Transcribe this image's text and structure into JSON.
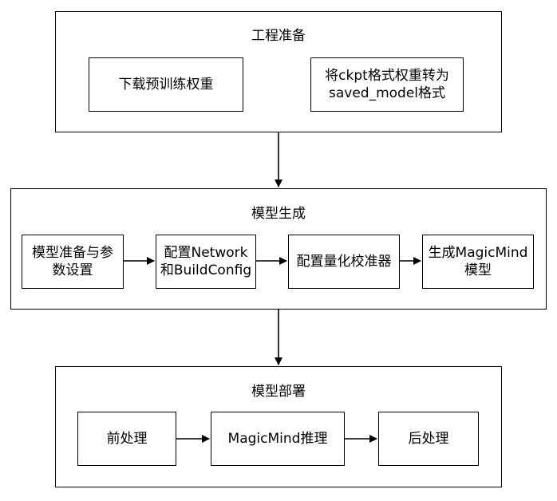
{
  "stages": [
    {
      "title": "工程准备",
      "steps": [
        {
          "lines": [
            "下载预训练权重"
          ]
        },
        {
          "lines": [
            "将ckpt格式权重转为",
            "saved_model格式"
          ]
        }
      ]
    },
    {
      "title": "模型生成",
      "steps": [
        {
          "lines": [
            "模型准备与参",
            "数设置"
          ]
        },
        {
          "lines": [
            "配置Network",
            "和BuildConfig"
          ]
        },
        {
          "lines": [
            "配置量化校准器"
          ]
        },
        {
          "lines": [
            "生成MagicMind",
            "模型"
          ]
        }
      ]
    },
    {
      "title": "模型部署",
      "steps": [
        {
          "lines": [
            "前处理"
          ]
        },
        {
          "lines": [
            "MagicMind推理"
          ]
        },
        {
          "lines": [
            "后处理"
          ]
        }
      ]
    }
  ]
}
